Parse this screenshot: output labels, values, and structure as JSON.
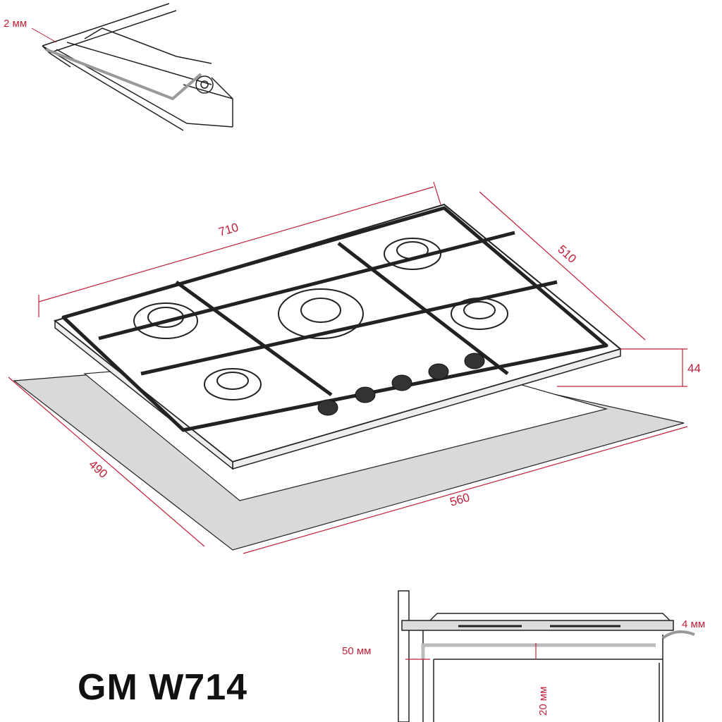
{
  "title": "GM W714",
  "detail_seal": {
    "gap_label": "2 мм"
  },
  "dimensions": {
    "width": "710",
    "depth": "510",
    "height": "44",
    "cutout_depth": "490",
    "cutout_width": "560"
  },
  "installation": {
    "side_clearance": "50 мм",
    "front_gap": "4 мм",
    "bottom_clearance": "20 мм"
  },
  "colors": {
    "dimension": "#c0203a",
    "line": "#222222",
    "cutout": "#d9d9d9"
  }
}
